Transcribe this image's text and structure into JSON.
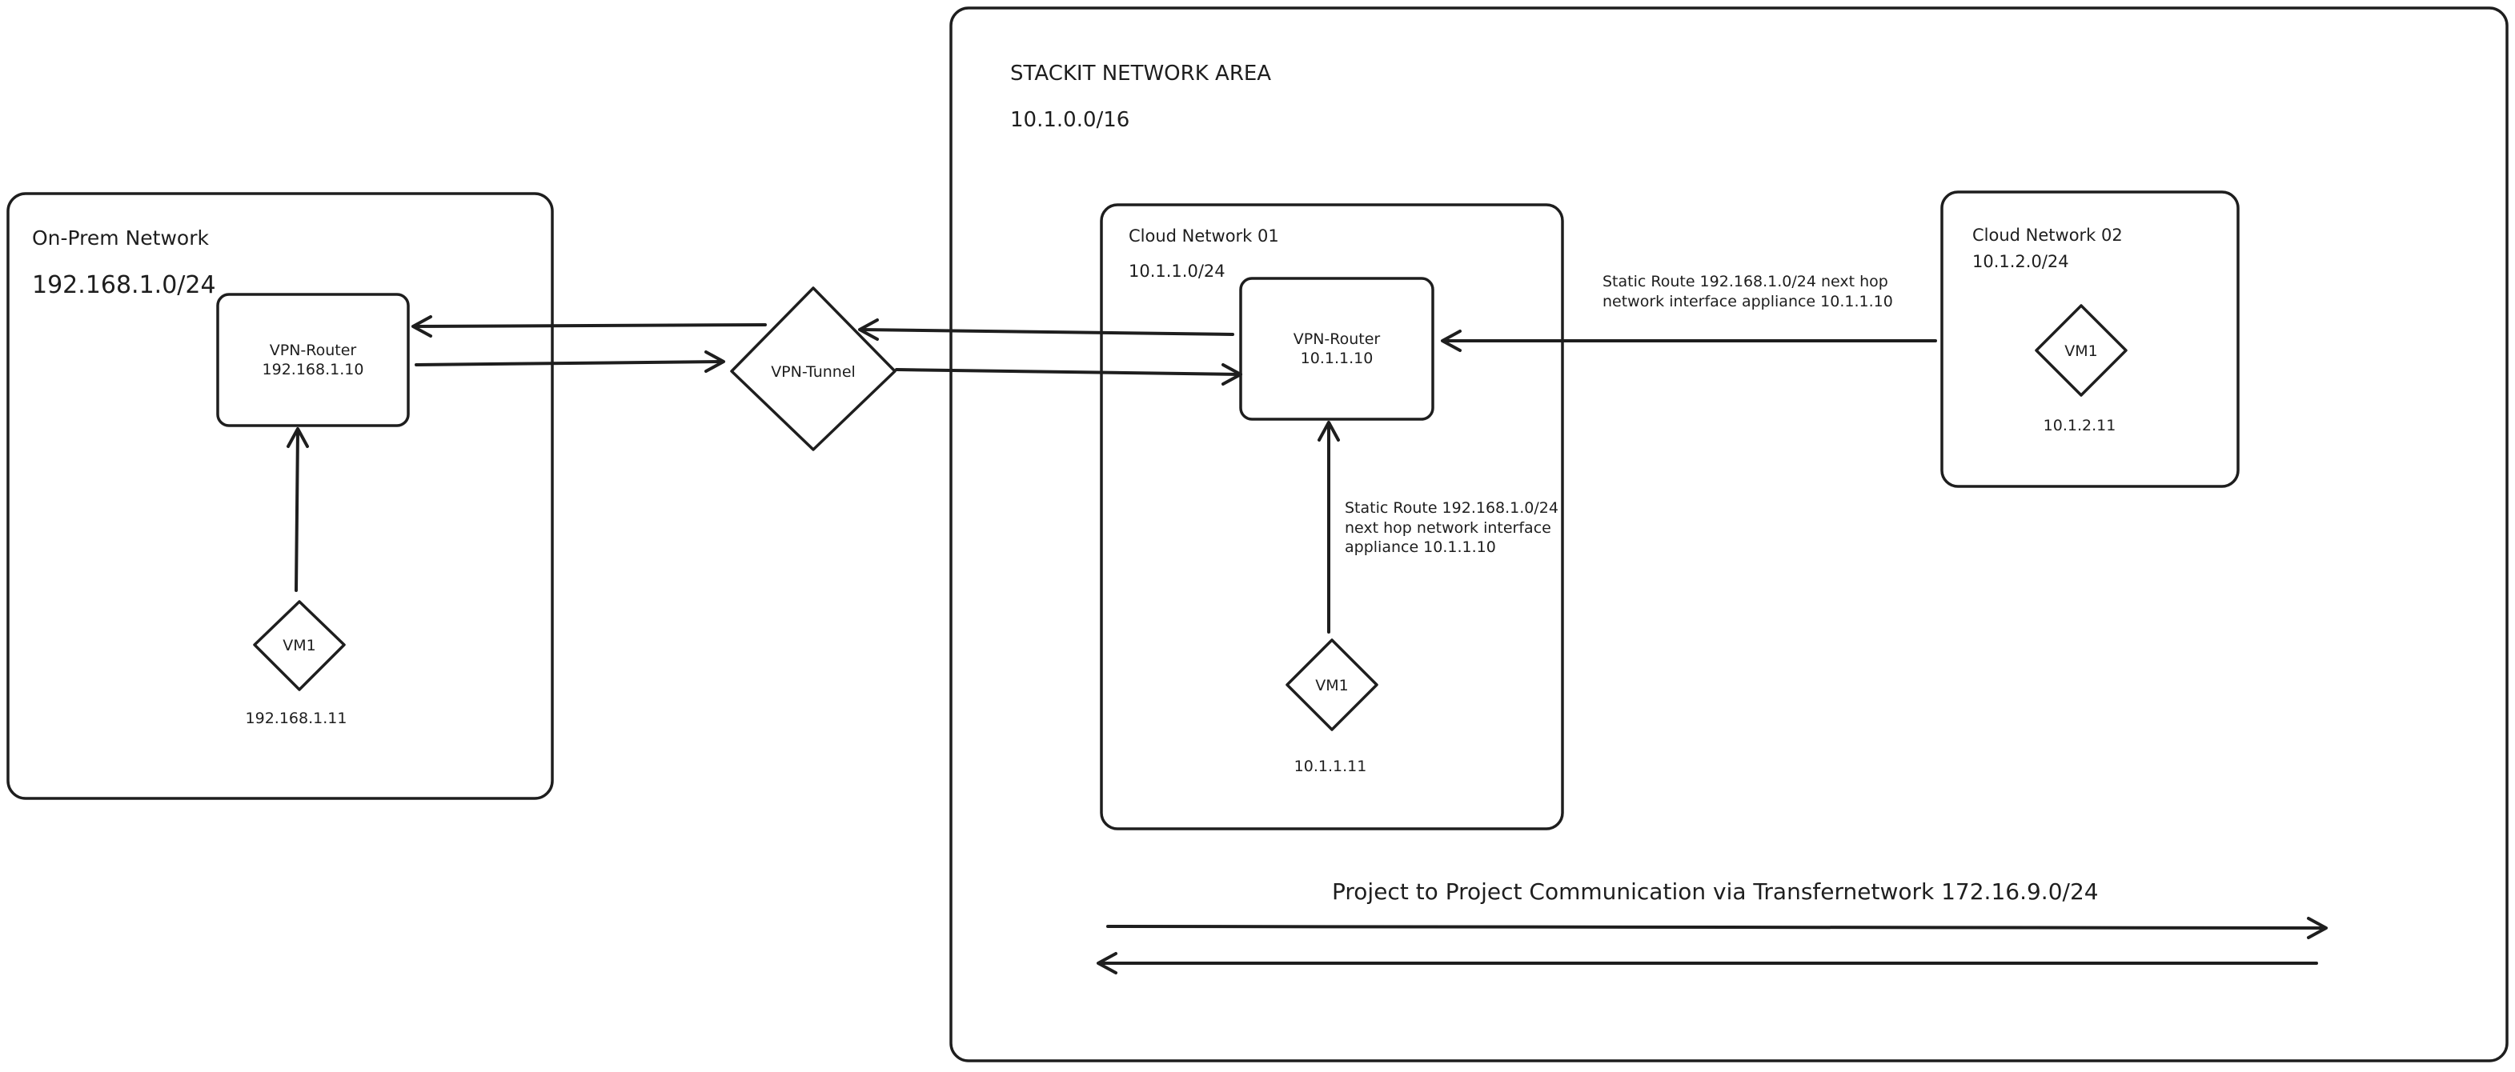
{
  "stackit": {
    "title": "STACKIT NETWORK AREA",
    "cidr": "10.1.0.0/16"
  },
  "onprem": {
    "title": "On-Prem Network",
    "cidr": "192.168.1.0/24",
    "router": {
      "name": "VPN-Router",
      "ip": "192.168.1.10"
    },
    "vm": {
      "name": "VM1",
      "ip": "192.168.1.11"
    }
  },
  "tunnel": {
    "name": "VPN-Tunnel"
  },
  "cloud01": {
    "title": "Cloud Network 01",
    "cidr": "10.1.1.0/24",
    "router": {
      "name": "VPN-Router",
      "ip": "10.1.1.10"
    },
    "vm": {
      "name": "VM1",
      "ip": "10.1.1.11"
    },
    "route_note": [
      "Static Route 192.168.1.0/24",
      "next hop network interface",
      "appliance 10.1.1.10"
    ]
  },
  "cloud02": {
    "title": "Cloud Network 02",
    "cidr": "10.1.2.0/24",
    "vm": {
      "name": "VM1",
      "ip": "10.1.2.11"
    },
    "route_note": [
      "Static Route 192.168.1.0/24 next hop",
      "network interface appliance 10.1.1.10"
    ]
  },
  "transfer": {
    "label": "Project to Project Communication via Transfernetwork 172.16.9.0/24"
  },
  "colors": {
    "stroke": "#1e1e1e",
    "background": "#ffffff"
  }
}
